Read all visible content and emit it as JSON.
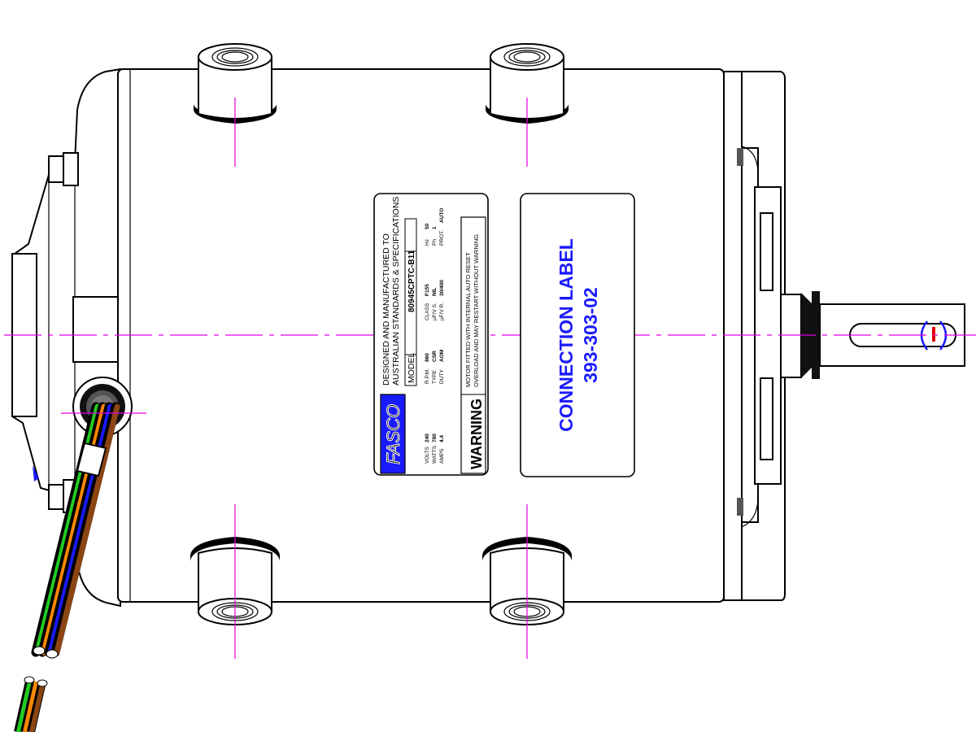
{
  "nameplate": {
    "brand": "FASCO",
    "header_line_1": "DESIGNED AND MANUFACTURED TO",
    "header_line_2": "AUSTRALIAN STANDARDS & SPECIFICATIONS",
    "model_label": "MODEL",
    "model_value": "80945CPTC-B11",
    "specs": [
      {
        "label": "VOLTS",
        "value": "240"
      },
      {
        "label": "WATTS",
        "value": "780"
      },
      {
        "label": "AMPS",
        "value": "4.4"
      },
      {
        "label": "R.P.M.",
        "value": "860"
      },
      {
        "label": "TYPE",
        "value": "CSR"
      },
      {
        "label": "DUTY",
        "value": "AOM"
      },
      {
        "label": "CLASS",
        "value": "F155"
      },
      {
        "label": "µF/V S.",
        "value": "NIL"
      },
      {
        "label": "µF/V R.",
        "value": "30/400"
      },
      {
        "label": "Hz",
        "value": "50"
      },
      {
        "label": "Ph",
        "value": "1"
      },
      {
        "label": "PROT.",
        "value": "AUTO"
      }
    ],
    "warning_title": "WARNING",
    "warning_line_1": "MOTOR FITTED WITH INTERNAL AUTO RESET",
    "warning_line_2": "OVERLOAD AND MAY RESTART WITHOUT WARNING"
  },
  "connection_label": {
    "title": "CONNECTION LABEL",
    "part_number": "393-303-02"
  },
  "colors": {
    "outline": "#000000",
    "centerline": "#e000e0",
    "label_text": "#1a1aff",
    "brand_bg": "#1a1aff",
    "keyway": "#e00000",
    "lead_green": "#22cc22",
    "lead_orange": "#ff8800",
    "lead_blue": "#1a1aff",
    "lead_brown": "#8b4513"
  }
}
